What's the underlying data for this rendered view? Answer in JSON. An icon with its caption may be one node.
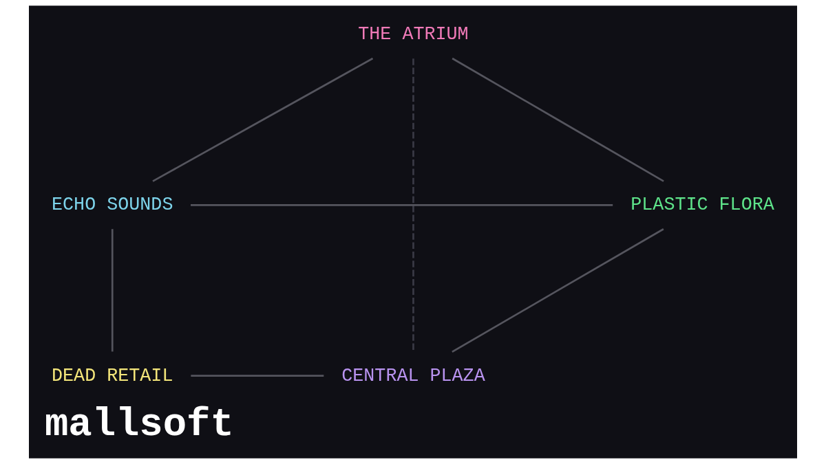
{
  "diagram": {
    "title": "mallsoft",
    "nodes": [
      {
        "text": [
          "THE ATRIUM"
        ]
      },
      {
        "text": [
          "ECHO SOUNDS"
        ]
      },
      {
        "text": [
          "PLASTIC FLORA"
        ]
      },
      {
        "text": [
          "DEAD RETAIL"
        ]
      },
      {
        "text": [
          "CENTRAL PLAZA"
        ]
      }
    ],
    "edges": [
      {
        "from": 0,
        "to": 1,
        "arrow": "none"
      },
      {
        "from": 0,
        "to": 4,
        "arrow": "none",
        "style": "dashed",
        "color": "#3a3a46"
      },
      {
        "from": 0,
        "to": 2,
        "arrow": "none"
      },
      {
        "from": 1,
        "to": 2,
        "arrow": "none"
      },
      {
        "from": 1,
        "to": 3,
        "arrow": "none"
      },
      {
        "from": 3,
        "to": 4,
        "arrow": "none"
      },
      {
        "from": 2,
        "to": 4,
        "arrow": "none"
      }
    ]
  }
}
